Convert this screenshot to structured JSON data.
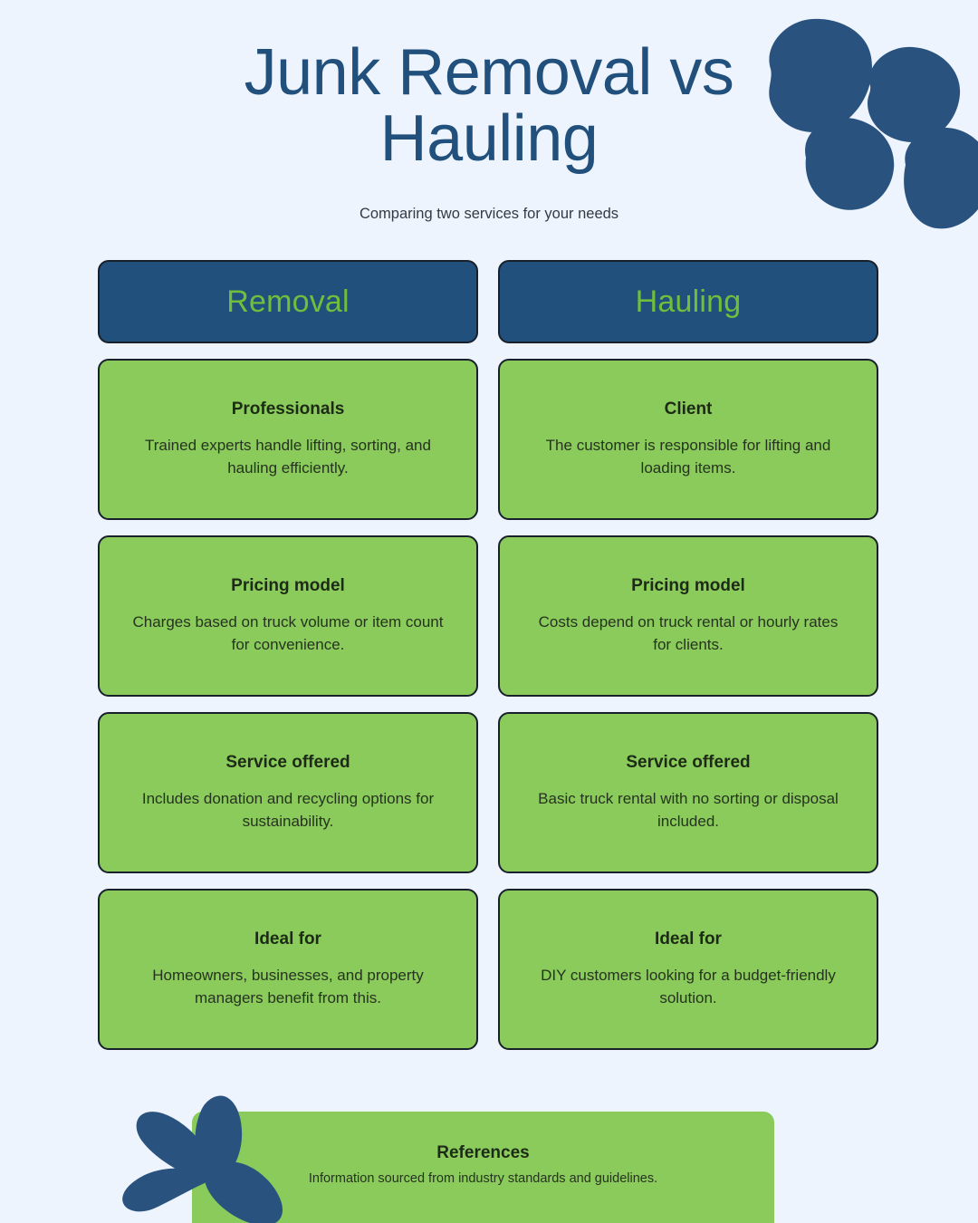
{
  "page": {
    "title": "Junk Removal vs Hauling",
    "subtitle": "Comparing two services for your needs",
    "background_color": "#eef4fd",
    "navy_color": "#21507c",
    "green_card_color": "#8acb5c",
    "green_text_color": "#6fbe3c"
  },
  "columns": [
    {
      "label": "Removal"
    },
    {
      "label": "Hauling"
    }
  ],
  "rows": [
    {
      "left": {
        "title": "Professionals",
        "desc": "Trained experts handle lifting, sorting, and hauling efficiently."
      },
      "right": {
        "title": "Client",
        "desc": "The customer is responsible for lifting and loading items."
      }
    },
    {
      "left": {
        "title": "Pricing model",
        "desc": "Charges based on truck volume or item count for convenience."
      },
      "right": {
        "title": "Pricing model",
        "desc": "Costs depend on truck rental or hourly rates for clients."
      }
    },
    {
      "left": {
        "title": "Service offered",
        "desc": "Includes donation and recycling options for sustainability."
      },
      "right": {
        "title": "Service offered",
        "desc": "Basic truck rental with no sorting or disposal included."
      }
    },
    {
      "left": {
        "title": "Ideal for",
        "desc": "Homeowners, businesses, and property managers benefit from this."
      },
      "right": {
        "title": "Ideal for",
        "desc": "DIY customers looking for a budget-friendly solution."
      }
    }
  ],
  "footer": {
    "title": "References",
    "desc": "Information sourced from industry standards and guidelines."
  },
  "decorations": {
    "top_right_blob": "blob-cluster-shape",
    "bottom_left_blob": "leaf-blob-shape"
  }
}
